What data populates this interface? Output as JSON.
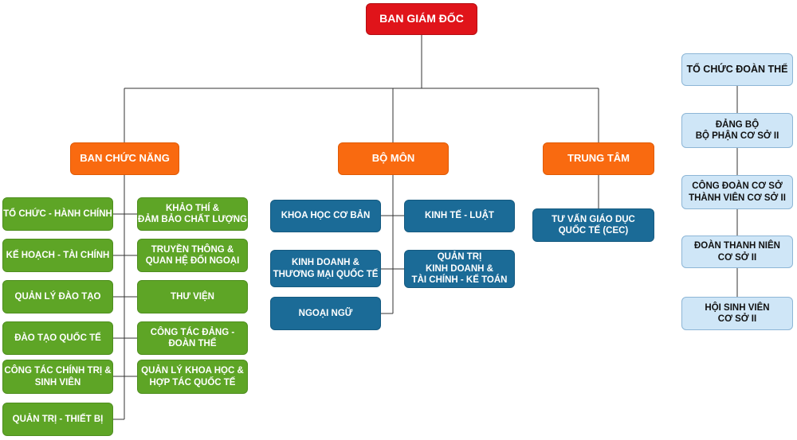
{
  "director": "BAN GIÁM ĐỐC",
  "groups": {
    "functional": "BAN CHỨC NĂNG",
    "departments": "BỘ MÔN",
    "center": "TRUNG TÂM"
  },
  "functional_left": [
    "TỔ CHỨC - HÀNH CHÍNH",
    "KẾ HOẠCH - TÀI CHÍNH",
    "QUẢN LÝ ĐÀO TẠO",
    "ĐÀO TẠO QUỐC TẾ",
    "CÔNG TÁC CHÍNH TRỊ &\nSINH VIÊN",
    "QUẢN TRỊ - THIẾT BỊ"
  ],
  "functional_right": [
    "KHẢO THÍ &\nĐẢM BẢO CHẤT LƯỢNG",
    "TRUYỀN THÔNG &\nQUAN HỆ ĐỐI NGOẠI",
    "THƯ VIỆN",
    "CÔNG TÁC ĐẢNG -\nĐOÀN THỂ",
    "QUẢN LÝ KHOA HỌC &\nHỢP TÁC QUỐC TẾ"
  ],
  "departments_left": [
    "KHOA HỌC CƠ BẢN",
    "KINH DOANH &\nTHƯƠNG MẠI QUỐC TẾ",
    "NGOẠI NGỮ"
  ],
  "departments_right": [
    "KINH TẾ - LUẬT",
    "QUẢN TRỊ\nKINH DOANH &\nTÀI CHÍNH - KẾ TOÁN"
  ],
  "center_units": [
    "TƯ VẤN GIÁO DỤC\nQUỐC TẾ (CEC)"
  ],
  "unions": {
    "title": "TỔ CHỨC ĐOÀN THỂ",
    "items": [
      "ĐẢNG BỘ\nBỘ PHẬN CƠ SỞ II",
      "CÔNG ĐOÀN CƠ SỞ\nTHÀNH VIÊN CƠ SỞ II",
      "ĐOÀN THANH NIÊN\nCƠ SỞ II",
      "HỘI SINH VIÊN\nCƠ SỞ II"
    ]
  },
  "colors": {
    "top": "#e0141a",
    "group": "#f96a10",
    "functional_unit": "#5ea526",
    "department_unit": "#1b6b97",
    "union_unit": "#cfe6f7",
    "connector": "#333333"
  }
}
